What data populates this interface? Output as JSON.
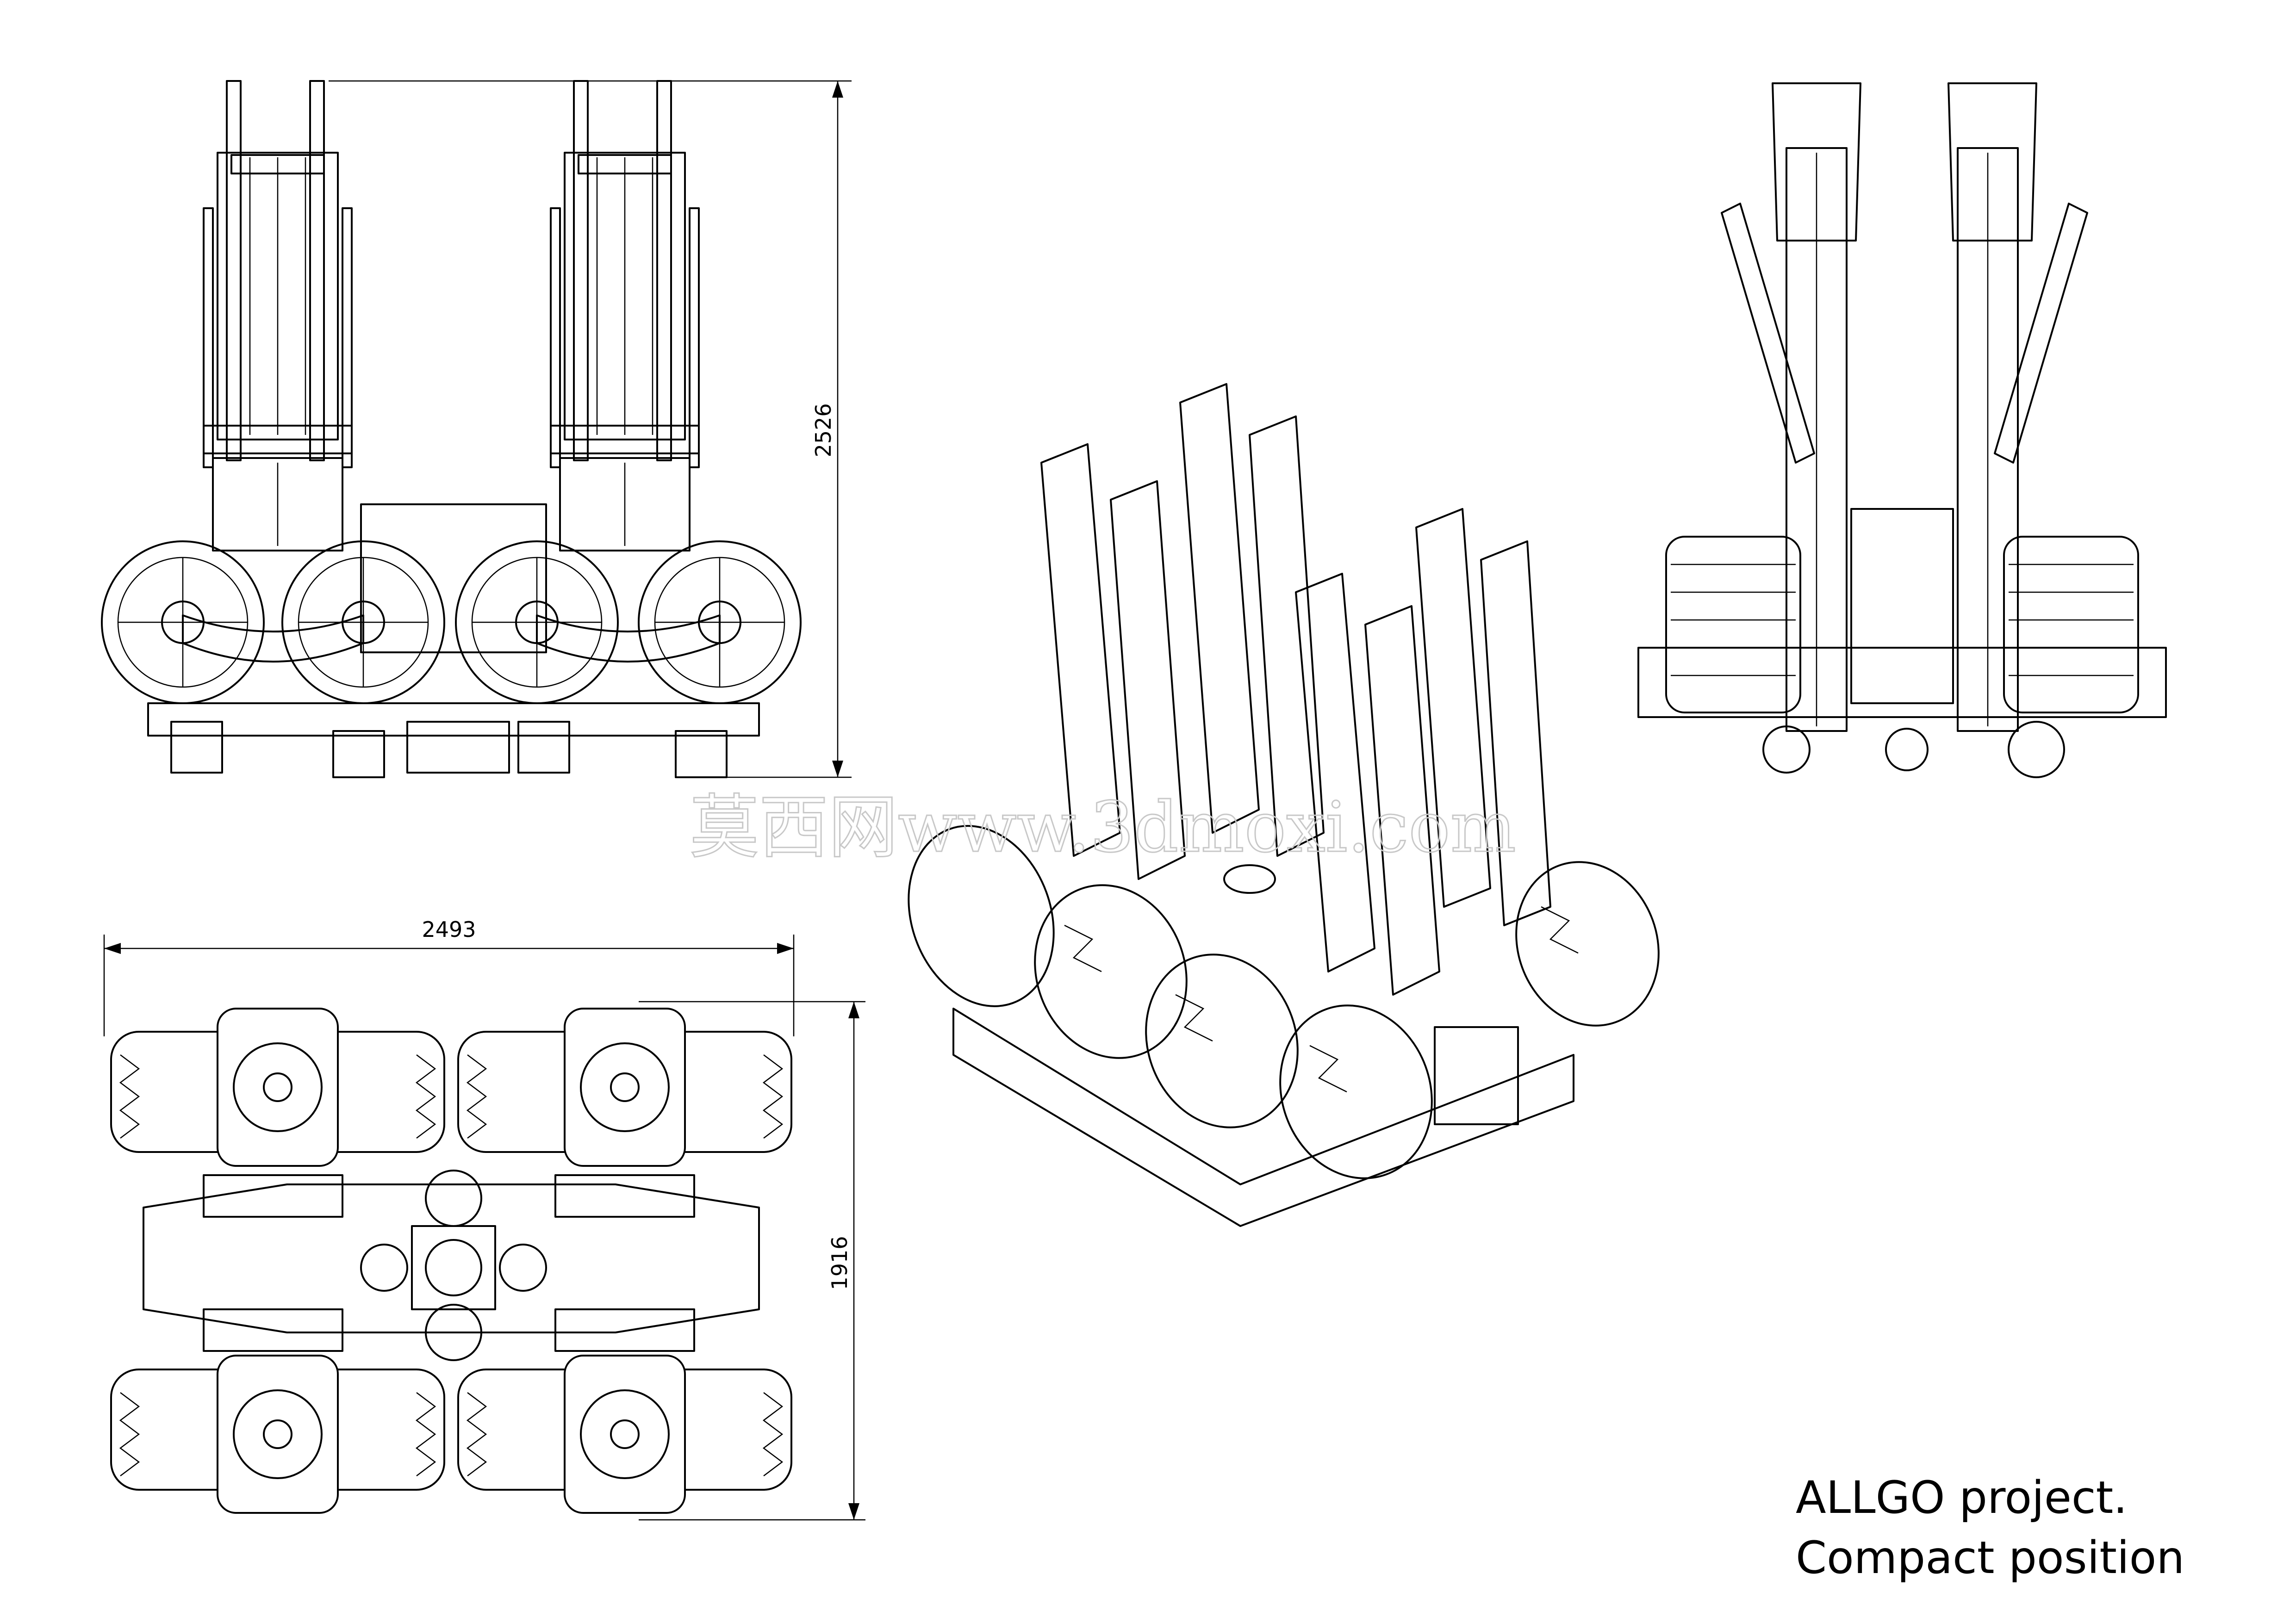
{
  "dimensions": {
    "front_height": "2526",
    "top_width": "2493",
    "top_depth": "1916"
  },
  "title": {
    "line1": "ALLGO project.",
    "line2": "Compact position"
  },
  "watermark": "莫西网www.3dmoxi.com",
  "views": [
    "front-view",
    "isometric-view",
    "side-view",
    "top-view"
  ],
  "colors": {
    "line": "#000000",
    "background": "#ffffff",
    "watermark": "#c8c8c8"
  }
}
